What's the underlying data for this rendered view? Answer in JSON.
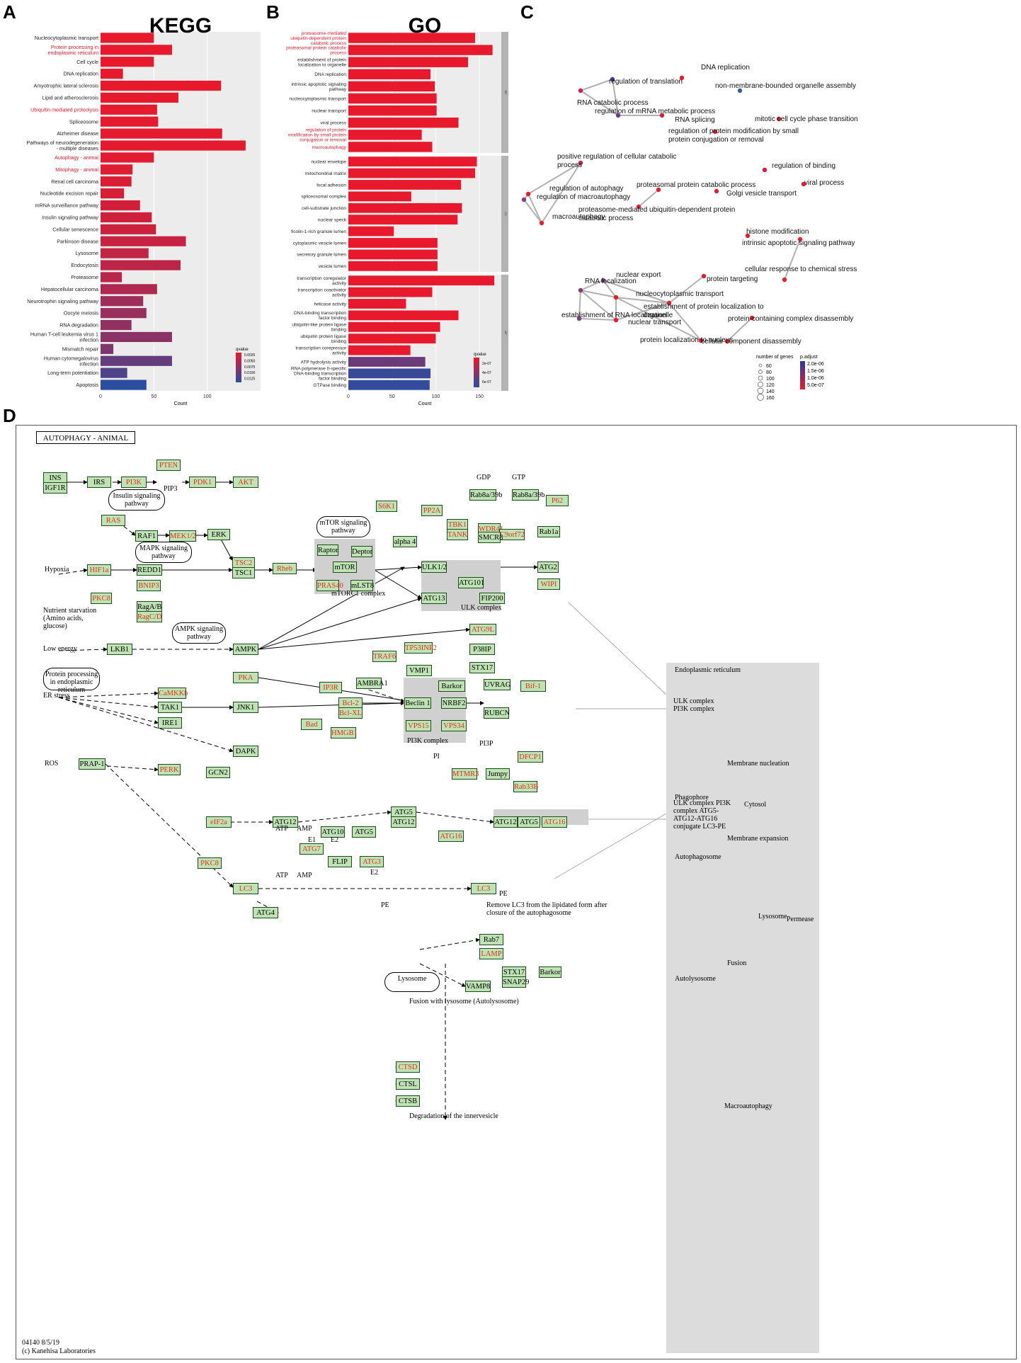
{
  "panels": {
    "a": "A",
    "b": "B",
    "c": "C",
    "d": "D"
  },
  "colors": {
    "red": "#e8192c",
    "highlight_text": "#e8192c",
    "gene_box_fill": "#bfe3b4",
    "gene_box_stroke": "#1e4a1e",
    "hit_text": "#e0321b",
    "complex_bg": "#d0d0d0",
    "side_bg": "#dcdcdc"
  },
  "chart_data": [
    {
      "type": "bar",
      "orientation": "horizontal",
      "title": "KEGG",
      "xlabel": "Count",
      "ylabel": "",
      "xlim": [
        0,
        150
      ],
      "xticks": [
        0,
        50,
        100
      ],
      "grid": true,
      "legend": {
        "title": "qvalue",
        "ticks": [
          "0.0025",
          "0.0050",
          "0.0075",
          "0.0100",
          "0.0125"
        ],
        "placement": "bottom-right",
        "color_low": "#e8192c",
        "color_high": "#2b4da0"
      },
      "categories": [
        {
          "label": "Nucleocytoplasmic transport",
          "value": 50,
          "q": 0.0005,
          "highlight": false
        },
        {
          "label": "Protein processing in endoplasmic reticulum",
          "value": 67,
          "q": 0.0005,
          "highlight": true
        },
        {
          "label": "Cell cycle",
          "value": 50,
          "q": 0.0005,
          "highlight": false
        },
        {
          "label": "DNA replication",
          "value": 21,
          "q": 0.0005,
          "highlight": false
        },
        {
          "label": "Amyotrophic lateral sclerosis",
          "value": 113,
          "q": 0.0005,
          "highlight": false
        },
        {
          "label": "Lipid and atherosclerosis",
          "value": 73,
          "q": 0.0006,
          "highlight": false
        },
        {
          "label": "Ubiquitin mediated proteolysis",
          "value": 53,
          "q": 0.0006,
          "highlight": true
        },
        {
          "label": "Spliceosome",
          "value": 54,
          "q": 0.0007,
          "highlight": false
        },
        {
          "label": "Alzheimer disease",
          "value": 114,
          "q": 0.0008,
          "highlight": false
        },
        {
          "label": "Pathways of neurodegeneration - multiple diseases",
          "value": 136,
          "q": 0.0008,
          "highlight": false
        },
        {
          "label": "Autophagy - animal",
          "value": 50,
          "q": 0.0009,
          "highlight": true
        },
        {
          "label": "Mitophagy - animal",
          "value": 30,
          "q": 0.0012,
          "highlight": true
        },
        {
          "label": "Renal cell carcinoma",
          "value": 29,
          "q": 0.0015,
          "highlight": false
        },
        {
          "label": "Nucleotide excision repair",
          "value": 22,
          "q": 0.0017,
          "highlight": false
        },
        {
          "label": "mRNA surveillance pathway",
          "value": 37,
          "q": 0.002,
          "highlight": false
        },
        {
          "label": "Insulin signaling pathway",
          "value": 48,
          "q": 0.0022,
          "highlight": false
        },
        {
          "label": "Cellular senescence",
          "value": 52,
          "q": 0.0025,
          "highlight": false
        },
        {
          "label": "Parkinson disease",
          "value": 80,
          "q": 0.0028,
          "highlight": false
        },
        {
          "label": "Lysosome",
          "value": 45,
          "q": 0.0032,
          "highlight": false
        },
        {
          "label": "Endocytosis",
          "value": 75,
          "q": 0.0035,
          "highlight": false
        },
        {
          "label": "Proteasome",
          "value": 20,
          "q": 0.0038,
          "highlight": false
        },
        {
          "label": "Hepatocellular carcinoma",
          "value": 53,
          "q": 0.0045,
          "highlight": false
        },
        {
          "label": "Neurotrophin signaling pathway",
          "value": 40,
          "q": 0.0055,
          "highlight": false
        },
        {
          "label": "Oocyte meiosis",
          "value": 43,
          "q": 0.006,
          "highlight": false
        },
        {
          "label": "RNA degradation",
          "value": 29,
          "q": 0.0065,
          "highlight": false
        },
        {
          "label": "Human T-cell leukemia virus 1 infection",
          "value": 67,
          "q": 0.007,
          "highlight": false
        },
        {
          "label": "Mismatch repair",
          "value": 12,
          "q": 0.0078,
          "highlight": false
        },
        {
          "label": "Human cytomegalovirus infection",
          "value": 67,
          "q": 0.0095,
          "highlight": false
        },
        {
          "label": "Long-term potentiation",
          "value": 25,
          "q": 0.011,
          "highlight": false
        },
        {
          "label": "Apoptosis",
          "value": 43,
          "q": 0.0135,
          "highlight": false
        }
      ]
    },
    {
      "type": "bar",
      "orientation": "horizontal",
      "title": "GO",
      "xlabel": "Count",
      "ylabel": "",
      "xlim": [
        0,
        175
      ],
      "xticks": [
        0,
        50,
        100,
        150
      ],
      "grid": true,
      "legend": {
        "title": "qvalue",
        "ticks": [
          "2e-07",
          "4e-07",
          "6e-07"
        ],
        "placement": "bottom-right",
        "color_low": "#e8192c",
        "color_high": "#2b4da0"
      },
      "facets": [
        {
          "strip": "BP",
          "categories": [
            {
              "label": "proteasome-mediated ubiquitin-dependent protein catabolic process",
              "value": 145,
              "q": 1e-08,
              "highlight": true
            },
            {
              "label": "proteasomal protein catabolic process",
              "value": 165,
              "q": 1e-08,
              "highlight": true
            },
            {
              "label": "establishment of protein localization to organelle",
              "value": 137,
              "q": 1e-08,
              "highlight": false
            },
            {
              "label": "DNA replication",
              "value": 94,
              "q": 1e-08,
              "highlight": false
            },
            {
              "label": "intrinsic apoptotic signaling pathway",
              "value": 99,
              "q": 1e-08,
              "highlight": false
            },
            {
              "label": "nucleocytoplasmic transport",
              "value": 101,
              "q": 1e-08,
              "highlight": false
            },
            {
              "label": "nuclear transport",
              "value": 101,
              "q": 1e-08,
              "highlight": false
            },
            {
              "label": "viral process",
              "value": 126,
              "q": 1e-08,
              "highlight": false
            },
            {
              "label": "regulation of protein modification by small protein conjugation or removal",
              "value": 84,
              "q": 1e-08,
              "highlight": true
            },
            {
              "label": "macroautophagy",
              "value": 96,
              "q": 1e-08,
              "highlight": true
            }
          ]
        },
        {
          "strip": "CC",
          "categories": [
            {
              "label": "nuclear envelope",
              "value": 147,
              "q": 1e-08,
              "highlight": false
            },
            {
              "label": "mitochondrial matrix",
              "value": 145,
              "q": 1e-08,
              "highlight": false
            },
            {
              "label": "focal adhesion",
              "value": 129,
              "q": 1e-08,
              "highlight": false
            },
            {
              "label": "spliceosomal complex",
              "value": 72,
              "q": 1e-08,
              "highlight": false
            },
            {
              "label": "cell-substrate junction",
              "value": 130,
              "q": 1e-08,
              "highlight": false
            },
            {
              "label": "nuclear speck",
              "value": 125,
              "q": 1e-08,
              "highlight": false
            },
            {
              "label": "ficolin-1-rich granule lumen",
              "value": 52,
              "q": 1e-08,
              "highlight": false
            },
            {
              "label": "cytoplasmic vesicle lumen",
              "value": 102,
              "q": 1e-08,
              "highlight": false
            },
            {
              "label": "secretory granule lumen",
              "value": 102,
              "q": 1e-08,
              "highlight": false
            },
            {
              "label": "vesicle lumen",
              "value": 102,
              "q": 1e-08,
              "highlight": false
            }
          ]
        },
        {
          "strip": "MF",
          "categories": [
            {
              "label": "transcription coregulator activity",
              "value": 167,
              "q": 1e-08,
              "highlight": false
            },
            {
              "label": "transcription coactivator activity",
              "value": 96,
              "q": 1e-08,
              "highlight": false
            },
            {
              "label": "helicase activity",
              "value": 66,
              "q": 1e-08,
              "highlight": false
            },
            {
              "label": "DNA-binding transcription factor binding",
              "value": 126,
              "q": 1e-08,
              "highlight": false
            },
            {
              "label": "ubiquitin-like protein ligase binding",
              "value": 105,
              "q": 1e-08,
              "highlight": false
            },
            {
              "label": "ubiquitin protein ligase binding",
              "value": 100,
              "q": 1e-08,
              "highlight": false
            },
            {
              "label": "transcription corepressor activity",
              "value": 71,
              "q": 1e-08,
              "highlight": false
            },
            {
              "label": "ATP hydrolysis activity",
              "value": 88,
              "q": 5e-07,
              "highlight": false
            },
            {
              "label": "RNA polymerase II-specific DNA-binding transcription factor binding",
              "value": 94,
              "q": 7e-07,
              "highlight": false
            },
            {
              "label": "GTPase binding",
              "value": 93,
              "q": 7.2e-07,
              "highlight": false
            }
          ]
        }
      ]
    }
  ],
  "network": {
    "legend_size_title": "number of genes",
    "legend_size": [
      "60",
      "80",
      "100",
      "120",
      "140",
      "160"
    ],
    "legend_color_title": "p.adjust",
    "legend_color": [
      "2.0e-06",
      "1.5e-06",
      "1.0e-06",
      "5.0e-07"
    ],
    "labels": [
      "DNA replication",
      "regulation of translation",
      "non-membrane-bounded organelle assembly",
      "RNA catabolic process",
      "regulation of mRNA metabolic process",
      "RNA splicing",
      "mitotic cell cycle phase transition",
      "regulation of protein modification by small protein conjugation or removal",
      "positive regulation of cellular catabolic process",
      "regulation of binding",
      "regulation of autophagy",
      "regulation of macroautophagy",
      "proteasomal protein catabolic process",
      "Golgi vesicle transport",
      "viral process",
      "proteasome-mediated ubiquitin-dependent protein catabolic process",
      "macroautophagy",
      "histone modification",
      "intrinsic apoptotic signaling pathway",
      "cellular response to chemical stress",
      "nuclear export",
      "RNA localization",
      "protein targeting",
      "nucleocytoplasmic transport",
      "establishment of protein localization to organelle",
      "establishment of RNA localization",
      "nuclear transport",
      "protein-containing complex disassembly",
      "protein localization to nucleus",
      "cellular component disassembly"
    ]
  },
  "pathway": {
    "title": "AUTOPHAGY - ANIMAL",
    "footer_id": "04140 8/5/19",
    "footer_copy": "(c) Kanehisa Laboratories",
    "genes": [
      "INS",
      "IGF1R",
      "IRS",
      "PI3K",
      "PTEN",
      "PDK1",
      "AKT",
      "RAS",
      "RAF1",
      "MEK1/2",
      "ERK",
      "TSC2",
      "TSC1",
      "Rheb",
      "Raptor",
      "mTOR",
      "Deptor",
      "PRAS40",
      "mLST8",
      "S6K1",
      "PP2A",
      "alpha 4",
      "TBK1",
      "TANK",
      "WDR41",
      "C9orf72",
      "SMCR8",
      "Rab8a/39b",
      "Rab8a/39b",
      "P62",
      "Rab1a",
      "HIF1a",
      "REDD1",
      "BNIP3",
      "PKC8",
      "RagA/B",
      "RagC/D",
      "ULK1/2",
      "ATG13",
      "ATG101",
      "FIP200",
      "ATG2",
      "WIPI",
      "LKB1",
      "AMPK",
      "ATG9L",
      "P38IP",
      "PKA",
      "TRAF6",
      "TP53INP2",
      "VMP1",
      "AMBRA1",
      "STX17",
      "Barkor",
      "UVRAG",
      "Bif-1",
      "CaMKKb",
      "TAK1",
      "IRE1",
      "JNK1",
      "IP3R",
      "Bcl-2",
      "Bcl-XL",
      "Beclin 1",
      "NRBF2",
      "RUBCN",
      "Bad",
      "HMGB1",
      "VPS15",
      "VPS34",
      "DAPK",
      "PERK",
      "GCN2",
      "PRAP-1",
      "DFCP1",
      "MTMR3",
      "Jumpy",
      "Rab33B",
      "eIF2a",
      "ATG12",
      "ATG5",
      "ATG12",
      "ATG10",
      "ATG5",
      "ATG12",
      "ATG5",
      "ATG16",
      "ATG16",
      "ATG7",
      "FLIP",
      "ATG3",
      "PKC8",
      "LC3",
      "LC3",
      "ATG4",
      "Rab7",
      "LAMP",
      "STX17",
      "SNAP29",
      "Barkor",
      "VAMP8",
      "CTSD",
      "CTSL",
      "CTSB"
    ],
    "labels": {
      "insulin": "Insulin signaling pathway",
      "mapk": "MAPK signaling pathway",
      "mtor": "mTOR signaling pathway",
      "ampk": "AMPK signaling pathway",
      "protein_proc": "Protein processing in endoplasmic reticulum",
      "lysosome": "Lysosome",
      "hypoxia": "Hypoxia",
      "nutrient": "Nutrient starvation (Amino acids, glucose)",
      "low_energy": "Low energy",
      "er_stress": "ER stress",
      "ros": "ROS",
      "mtorc1": "mTORC1 complex",
      "ulk": "ULK complex",
      "pi3k_complex": "PI3K complex",
      "pip3": "PIP3",
      "pi3p": "PI3P",
      "pi": "PI",
      "gdp": "GDP",
      "gtp": "GTP",
      "atp_amp_1": "ATP",
      "amp_1": "AMP",
      "atp_amp_2": "ATP",
      "amp_2": "AMP",
      "e1": "E1",
      "e2a": "E2",
      "e2b": "E2",
      "pe1": "PE",
      "pe2": "PE",
      "remove": "Remove LC3 from the lipidated form after closure of the autophagosome",
      "fusion": "Fusion with lysosome (Autolysosome)",
      "degradation": "Degradation of the innervesicle",
      "er": "Endoplasmic reticulum",
      "ulk_pi3k": "ULK complex PI3K complex",
      "membrane_nucleation": "Membrane nucleation",
      "phagophore": "Phagophore",
      "phag_list": "ULK complex PI3K complex ATG5-ATG12-ATG16 conjugate LC3-PE",
      "cytosol": "Cytosol",
      "membrane_expansion": "Membrane expansion",
      "autophagosome": "Autophagosome",
      "lysosome2": "Lysosome",
      "permease": "Permease",
      "fusion2": "Fusion",
      "autolysosome": "Autolysosome",
      "macroautophagy": "Macroautophagy"
    }
  }
}
